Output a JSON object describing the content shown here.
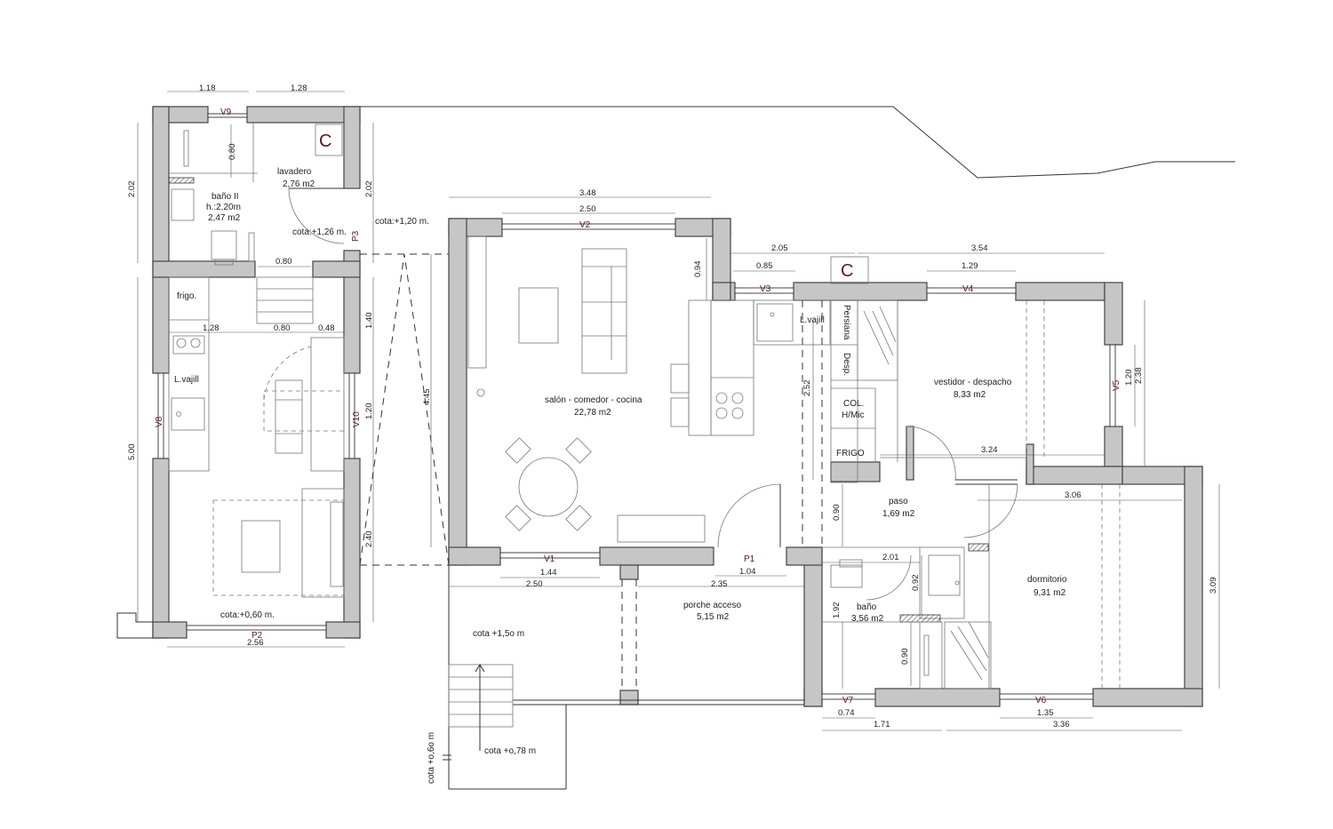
{
  "rooms": {
    "lavadero": {
      "name": "lavadero",
      "area": "2,76 m2"
    },
    "bano2": {
      "name": "baño II",
      "height": "h.:2,20m",
      "area": "2,47 m2"
    },
    "salon": {
      "name": "salón - comedor - cocina",
      "area": "22,78 m2"
    },
    "vestidor": {
      "name": "vestidor - despacho",
      "area": "8,33 m2"
    },
    "paso": {
      "name": "paso",
      "area": "1,69 m2"
    },
    "bano": {
      "name": "baño",
      "area": "3,56 m2"
    },
    "dormitorio": {
      "name": "dormitorio",
      "area": "9,31 m2"
    },
    "porche": {
      "name": "porche acceso",
      "area": "5,15 m2"
    }
  },
  "fixtures": {
    "frigo_left": "frigo.",
    "lvajill_left": "L.vajill",
    "lvajill_right": "L.vajill",
    "persiana": "Persiana",
    "desp": "Desp.",
    "col": "COL.",
    "hmic": "H/Mic",
    "frigo_right": "FRIGO",
    "chimney_left": "C",
    "chimney_right": "C"
  },
  "levels": {
    "left_door": "cota:+1,26 m.",
    "left_outside": "cota:+1,20 m.",
    "left_floor": "cota:+0,60 m.",
    "terrace": "cota +1,5o m",
    "stair_bottom": "cota +o,78 m",
    "stair_vertical": "cota +o,6o m"
  },
  "openings": {
    "v1": "V1",
    "v2": "V2",
    "v3": "V3",
    "v4": "V4",
    "v5": "V5",
    "v6": "V6",
    "v7": "V7",
    "v8": "V8",
    "v9": "V9",
    "v10": "V10",
    "p1": "P1",
    "p2": "P2",
    "p3": "P3"
  },
  "dimensions": {
    "top_a": "1.18",
    "top_b": "1.28",
    "left_202": "2.02",
    "right_202": "2.02",
    "left_500": "5.00",
    "inner_080v": "0.80",
    "inner_080h": "0.80",
    "row_128": "1.28",
    "row_080": "0.80",
    "row_048": "0.48",
    "v_140": "1.40",
    "v_120": "1.20",
    "v_240": "2.40",
    "bottom_256": "2.56",
    "main_348": "3.48",
    "main_250": "2.50",
    "main_094": "0.94",
    "main_445": "4.45",
    "main_205": "2.05",
    "main_085": "0.85",
    "main_354": "3.54",
    "main_129": "1.29",
    "main_252": "2.52",
    "main_120": "1.20",
    "main_238": "2.38",
    "main_324": "3.24",
    "main_306": "3.06",
    "main_090a": "0.90",
    "main_201": "2.01",
    "main_092": "0.92",
    "main_309": "3.09",
    "main_144": "1.44",
    "main_250b": "2.50",
    "main_104": "1.04",
    "main_235": "2.35",
    "main_192": "1.92",
    "main_090b": "0.90",
    "main_074": "0.74",
    "main_171": "1.71",
    "main_135": "1.35",
    "main_336": "3.36"
  }
}
